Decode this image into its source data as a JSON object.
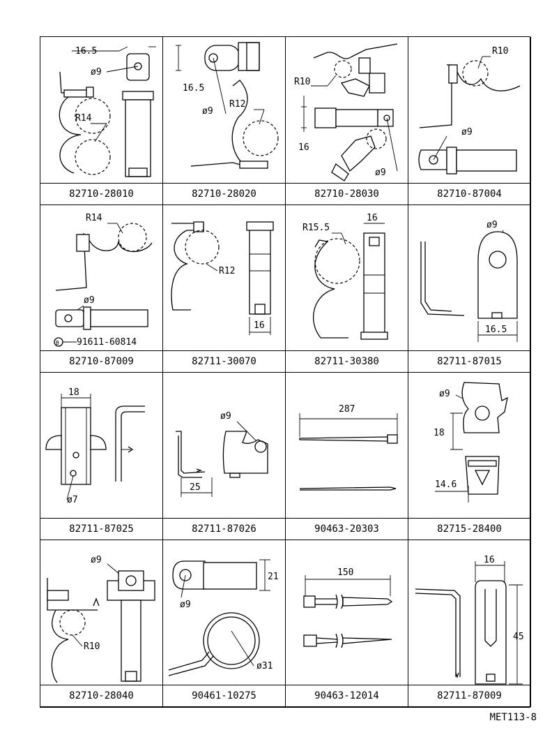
{
  "figure_code": "MET113-8",
  "cells": [
    {
      "part": "82710-28010",
      "labels": [
        "16.5",
        "ø9",
        "R14"
      ]
    },
    {
      "part": "82710-28020",
      "labels": [
        "16.5",
        "ø9",
        "R12"
      ]
    },
    {
      "part": "82710-28030",
      "labels": [
        "R10",
        "16",
        "ø9"
      ]
    },
    {
      "part": "82710-87004",
      "labels": [
        "R10",
        "ø9"
      ]
    },
    {
      "part": "82710-87009",
      "labels": [
        "R14",
        "ø9",
        "91611-60814"
      ]
    },
    {
      "part": "82711-30070",
      "labels": [
        "R12",
        "16"
      ]
    },
    {
      "part": "82711-30380",
      "labels": [
        "R15.5",
        "16"
      ]
    },
    {
      "part": "82711-87015",
      "labels": [
        "ø9",
        "16.5"
      ]
    },
    {
      "part": "82711-87025",
      "labels": [
        "18",
        "ø7"
      ]
    },
    {
      "part": "82711-87026",
      "labels": [
        "ø9",
        "25"
      ]
    },
    {
      "part": "90463-20303",
      "labels": [
        "287"
      ]
    },
    {
      "part": "82715-28400",
      "labels": [
        "ø9",
        "18",
        "14.6"
      ]
    },
    {
      "part": "82710-28040",
      "labels": [
        "ø9",
        "R10"
      ]
    },
    {
      "part": "90461-10275",
      "labels": [
        "21",
        "ø9",
        "ø31"
      ]
    },
    {
      "part": "90463-12014",
      "labels": [
        "150"
      ]
    },
    {
      "part": "82711-87009",
      "labels": [
        "16",
        "45"
      ]
    }
  ]
}
